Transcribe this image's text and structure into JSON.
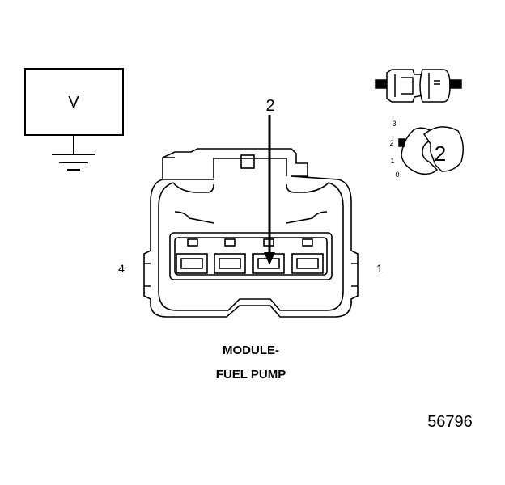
{
  "meter": {
    "label": "V"
  },
  "connector": {
    "pin_left": "4",
    "pin_right": "1",
    "probe_pin": "2",
    "caption_line1": "MODULE-",
    "caption_line2": "FUEL PUMP"
  },
  "probe_dial": {
    "positions": [
      "3",
      "2",
      "1",
      "0"
    ],
    "selected": "2"
  },
  "figure_number": "56796"
}
